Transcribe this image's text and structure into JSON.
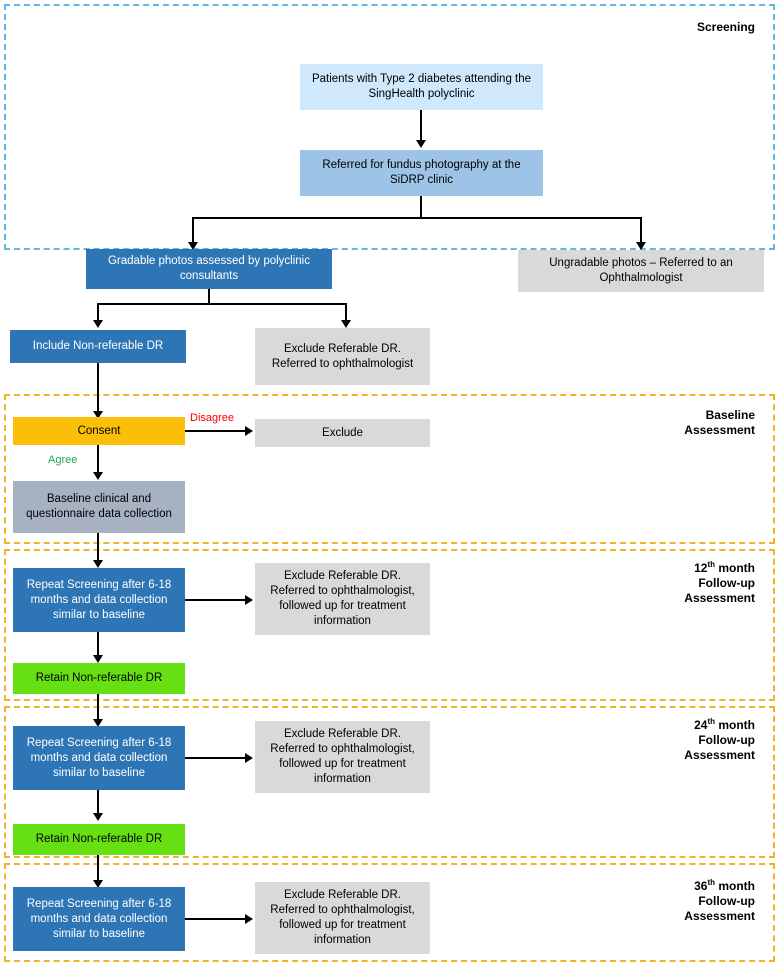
{
  "diagram": {
    "title_visible": false,
    "colors": {
      "screening_border": "#62b7e8",
      "followup_border": "#f0b428",
      "blue": "#2e75b6",
      "light_blue": "#cfe8fb",
      "mid_blue": "#9dc3e6",
      "grey": "#d9d9d9",
      "orange": "#fcbf07",
      "slate": "#a6b1c2",
      "green": "#66e013",
      "disagree_red": "#ff0000",
      "agree_green": "#23a455"
    }
  },
  "phases": {
    "screening": {
      "label": "Screening"
    },
    "baseline": {
      "label": "Baseline\nAssessment"
    },
    "month12": {
      "label_prefix": "12",
      "label_sup": "th",
      "label_rest": " month\nFollow-up\nAssessment"
    },
    "month24": {
      "label_prefix": "24",
      "label_sup": "th",
      "label_rest": " month\nFollow-up\nAssessment"
    },
    "month36": {
      "label_prefix": "36",
      "label_sup": "th",
      "label_rest": " month\nFollow-up\nAssessment"
    }
  },
  "nodes": {
    "patients": "Patients with Type 2 diabetes attending the SingHealth polyclinic",
    "referred_fundus": "Referred for fundus photography at the SiDRP clinic",
    "gradable": "Gradable photos assessed by polyclinic consultants",
    "ungradable": "Ungradable photos – Referred to an Ophthalmologist",
    "include_nonreferable": "Include Non-referable DR",
    "exclude_referable": "Exclude Referable DR. Referred to ophthalmologist",
    "consent": "Consent",
    "exclude": "Exclude",
    "baseline_collection": "Baseline clinical and questionnaire data collection",
    "repeat_12": "Repeat Screening after 6-18 months and data collection similar to baseline",
    "exclude_12": "Exclude Referable DR. Referred to ophthalmologist, followed up for treatment information",
    "retain_12": "Retain Non-referable DR",
    "repeat_24": "Repeat Screening after 6-18 months and data collection similar to baseline",
    "exclude_24": "Exclude Referable DR. Referred to ophthalmologist, followed up for treatment information",
    "retain_24": "Retain Non-referable DR",
    "repeat_36": "Repeat Screening after 6-18 months and data collection similar to baseline",
    "exclude_36": "Exclude Referable DR. Referred to ophthalmologist, followed up for treatment information"
  },
  "edges": {
    "disagree": "Disagree",
    "agree": "Agree"
  }
}
